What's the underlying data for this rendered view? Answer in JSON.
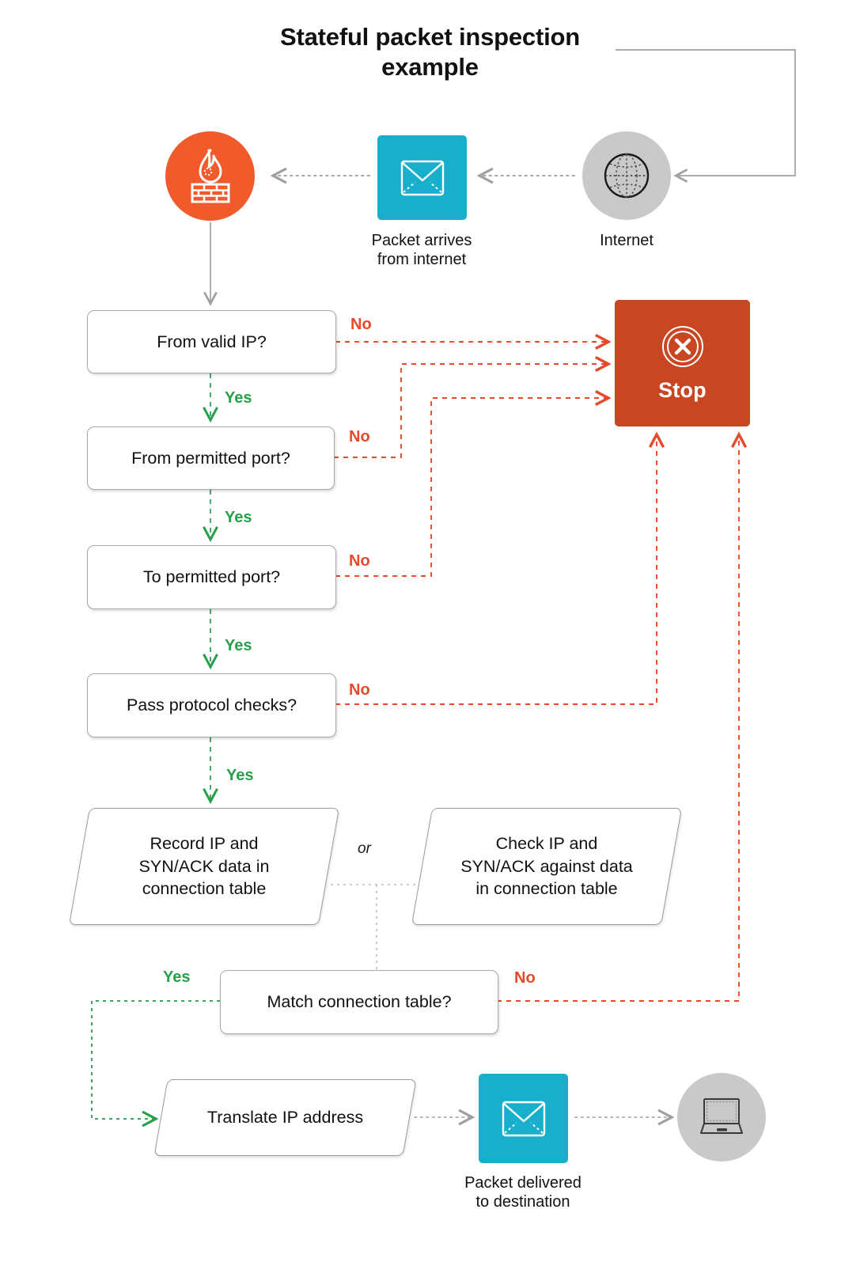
{
  "title": {
    "line1": "Stateful packet inspection",
    "line2": "example"
  },
  "colors": {
    "firewall_orange": "#F15A2B",
    "teal": "#17AFCB",
    "stop_red": "#C84722",
    "no_red": "#E8492B",
    "yes_green": "#28A04B",
    "gray_badge": "#C9C9C9",
    "gray_wire": "#A0A0A0"
  },
  "icons": {
    "firewall": "firewall-flame-brickwall-icon",
    "envelope_top": "envelope-icon",
    "globe": "globe-internet-icon",
    "stop": "circle-x-stop-icon",
    "envelope_bottom": "envelope-icon",
    "laptop": "laptop-icon"
  },
  "captions": {
    "packet_arrives": "Packet arrives\nfrom internet",
    "packet_arrives_l1": "Packet arrives",
    "packet_arrives_l2": "from internet",
    "internet": "Internet",
    "delivered_l1": "Packet delivered",
    "delivered_l2": "to destination"
  },
  "nodes": {
    "d1": "From valid IP?",
    "d2": "From permitted port?",
    "d3": "To permitted port?",
    "d4": "Pass protocol checks?",
    "d5": "Match connection table?",
    "p1_l1": "Record IP and",
    "p1_l2": "SYN/ACK data in",
    "p1_l3": "connection table",
    "p2_l1": "Check IP and",
    "p2_l2": "SYN/ACK against data",
    "p2_l3": "in connection table",
    "p3": "Translate IP address",
    "stop": "Stop"
  },
  "edges": {
    "yes1": "Yes",
    "yes2": "Yes",
    "yes3": "Yes",
    "yes4": "Yes",
    "yes5": "Yes",
    "no1": "No",
    "no2": "No",
    "no3": "No",
    "no4": "No",
    "no5": "No",
    "or": "or"
  },
  "flow": {
    "type": "flowchart",
    "direction": "top-to-bottom",
    "steps": [
      {
        "id": "internet",
        "label": "Internet",
        "shape": "circle-icon"
      },
      {
        "id": "packet_in",
        "label": "Packet arrives from internet",
        "shape": "square-icon"
      },
      {
        "id": "firewall",
        "label": "Firewall",
        "shape": "circle-icon"
      },
      {
        "id": "d1",
        "label": "From valid IP?",
        "shape": "decision",
        "yes": "d2",
        "no": "stop"
      },
      {
        "id": "d2",
        "label": "From permitted port?",
        "shape": "decision",
        "yes": "d3",
        "no": "stop"
      },
      {
        "id": "d3",
        "label": "To permitted port?",
        "shape": "decision",
        "yes": "d4",
        "no": "stop"
      },
      {
        "id": "d4",
        "label": "Pass protocol checks?",
        "shape": "decision",
        "yes": "p1",
        "no": "stop"
      },
      {
        "id": "p1",
        "label": "Record IP and SYN/ACK data in connection table",
        "shape": "parallelogram"
      },
      {
        "id": "p2",
        "label": "Check IP and SYN/ACK against data in connection table",
        "shape": "parallelogram"
      },
      {
        "id": "d5",
        "label": "Match connection table?",
        "shape": "decision",
        "yes": "p3",
        "no": "stop"
      },
      {
        "id": "p3",
        "label": "Translate IP address",
        "shape": "parallelogram"
      },
      {
        "id": "packet_out",
        "label": "Packet delivered to destination",
        "shape": "square-icon"
      },
      {
        "id": "destination",
        "label": "Destination device",
        "shape": "circle-icon"
      },
      {
        "id": "stop",
        "label": "Stop",
        "shape": "terminator"
      }
    ]
  }
}
